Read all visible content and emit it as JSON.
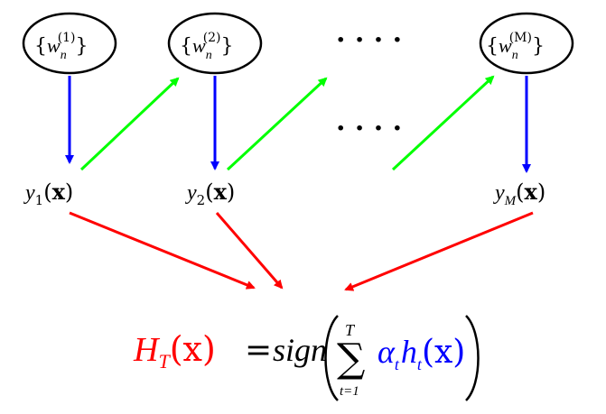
{
  "weight_nodes": [
    {
      "set": "w",
      "sub": "n",
      "sup": "(1)"
    },
    {
      "set": "w",
      "sub": "n",
      "sup": "(2)"
    },
    {
      "set": "w",
      "sub": "n",
      "sup": "(M)"
    }
  ],
  "classifier_nodes": [
    {
      "fn": "y",
      "sub": "1",
      "arg": "x"
    },
    {
      "fn": "y",
      "sub": "2",
      "arg": "x"
    },
    {
      "fn": "y",
      "sub": "M",
      "arg": "x"
    }
  ],
  "ellipsis_dots": "· · · ·",
  "formula": {
    "lhs_fn": "H",
    "lhs_sub": "T",
    "lhs_arg": "(x)",
    "equals": "=",
    "sign": "sign",
    "sum_symbol": "∑",
    "sum_upper": "T",
    "sum_lower": "t=1",
    "alpha": "α",
    "alpha_sub": "t",
    "h": "h",
    "h_sub": "t",
    "h_arg": "(x)"
  },
  "colors": {
    "weight_to_classifier": "#0000ff",
    "classifier_to_next_weight": "#00ff00",
    "classifier_to_combiner": "#ff0000",
    "formula_lhs": "#ff0000",
    "formula_alpha": "#0000ff",
    "formula_h": "#0000ff",
    "text": "#000000"
  }
}
